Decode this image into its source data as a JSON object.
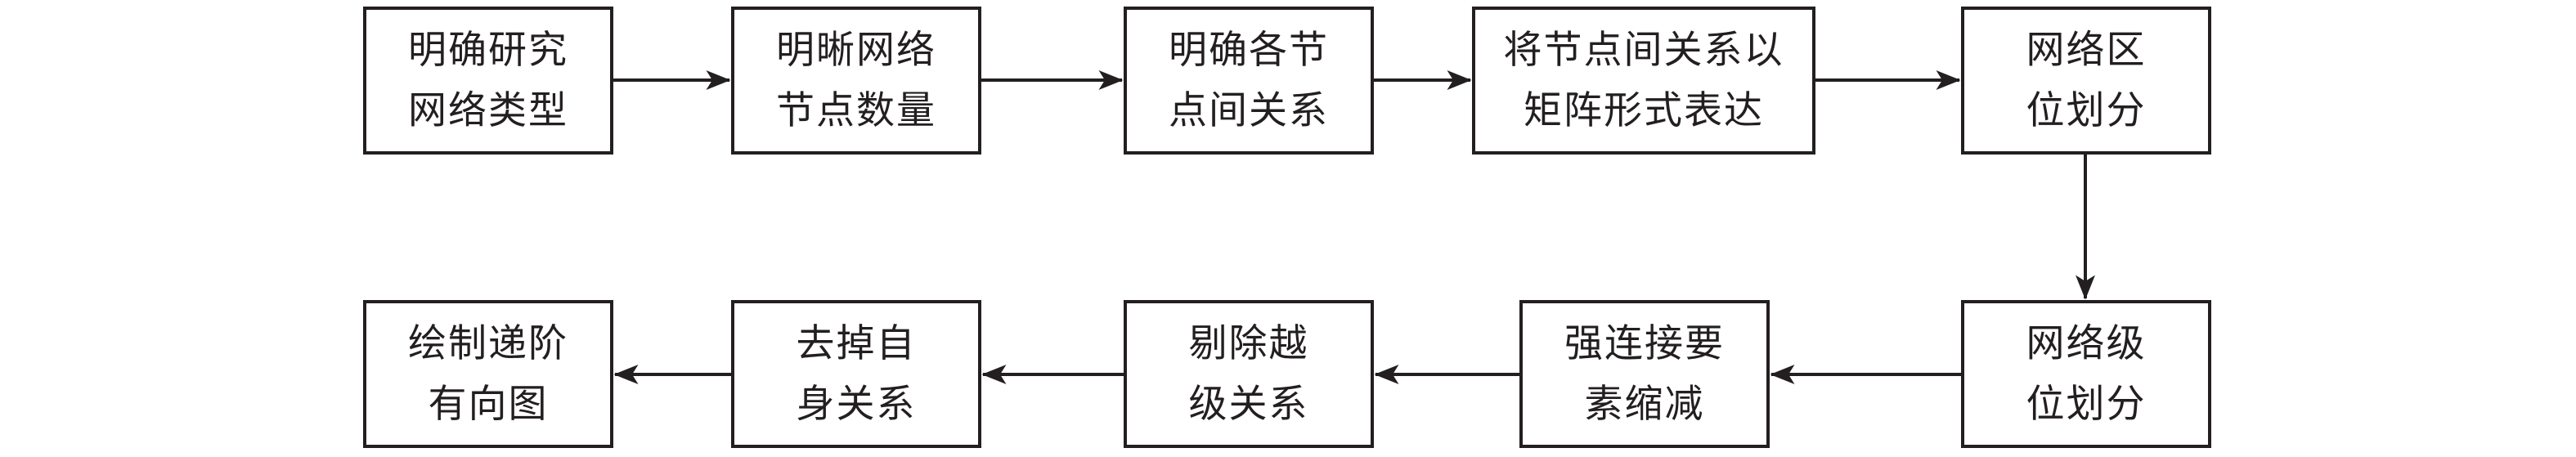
{
  "diagram": {
    "type": "flowchart",
    "direction": "left-to-right then down then right-to-left",
    "line_color": "#231f20",
    "nodes": [
      {
        "id": "n1",
        "lines": [
          "明确研究",
          "网络类型"
        ]
      },
      {
        "id": "n2",
        "lines": [
          "明晰网络",
          "节点数量"
        ]
      },
      {
        "id": "n3",
        "lines": [
          "明确各节",
          "点间关系"
        ]
      },
      {
        "id": "n4",
        "lines": [
          "将节点间关系以",
          "矩阵形式表达"
        ]
      },
      {
        "id": "n5",
        "lines": [
          "网络区",
          "位划分"
        ]
      },
      {
        "id": "n6",
        "lines": [
          "网络级",
          "位划分"
        ]
      },
      {
        "id": "n7",
        "lines": [
          "强连接要",
          "素缩减"
        ]
      },
      {
        "id": "n8",
        "lines": [
          "剔除越",
          "级关系"
        ]
      },
      {
        "id": "n9",
        "lines": [
          "去掉自",
          "身关系"
        ]
      },
      {
        "id": "n10",
        "lines": [
          "绘制递阶",
          "有向图"
        ]
      }
    ],
    "edges": [
      {
        "from": "n1",
        "to": "n2"
      },
      {
        "from": "n2",
        "to": "n3"
      },
      {
        "from": "n3",
        "to": "n4"
      },
      {
        "from": "n4",
        "to": "n5"
      },
      {
        "from": "n5",
        "to": "n6"
      },
      {
        "from": "n6",
        "to": "n7"
      },
      {
        "from": "n7",
        "to": "n8"
      },
      {
        "from": "n8",
        "to": "n9"
      },
      {
        "from": "n9",
        "to": "n10"
      }
    ]
  }
}
